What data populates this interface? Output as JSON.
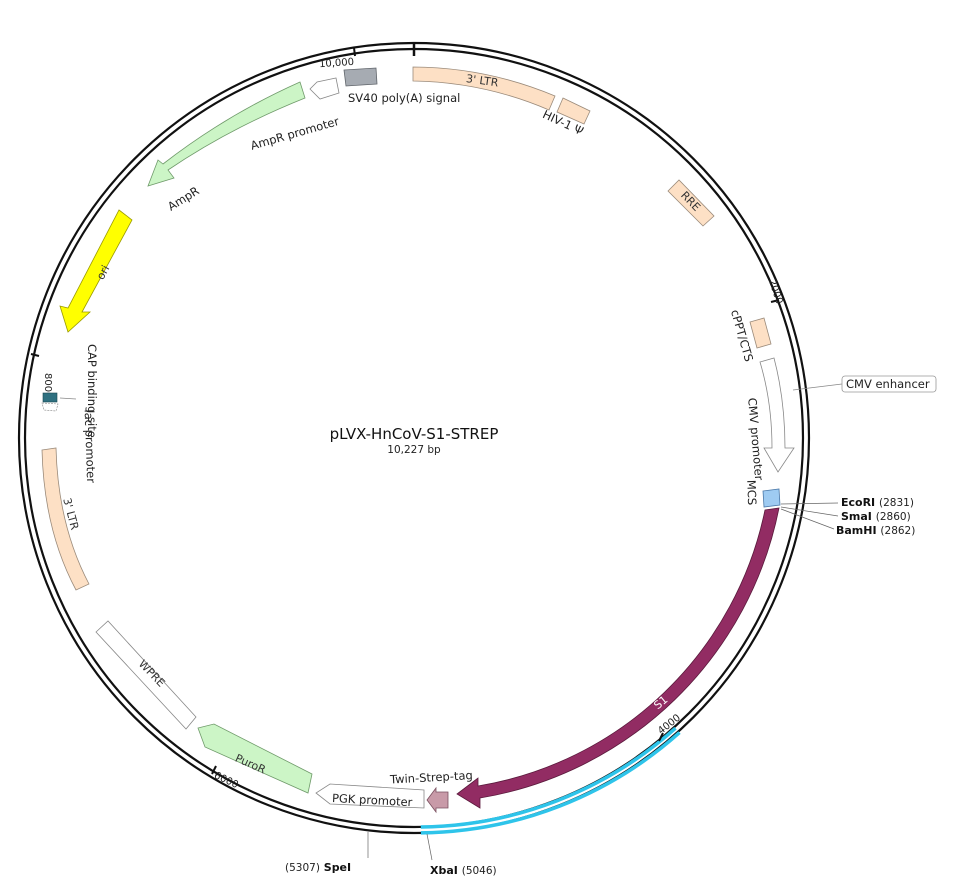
{
  "plasmid": {
    "name": "pLVX-HnCoV-S1-STREP",
    "length_label": "10,227 bp"
  },
  "ticks": [
    "10,000",
    "2000",
    "4000",
    "6000",
    "8000"
  ],
  "features": {
    "ltr_top": "3' LTR",
    "hiv_psi": "HIV-1 Ψ",
    "rre": "RRE",
    "cppt": "cPPT/CTS",
    "cmv_enhancer": "CMV enhancer",
    "cmv_promoter": "CMV promoter",
    "mcs": "MCS",
    "s1": "S1",
    "twin_strep": "Twin-Strep-tag",
    "pgk": "PGK promoter",
    "puror": "PuroR",
    "wpre": "WPRE",
    "ltr_left": "3' LTR",
    "lac_promoter": "lac promoter",
    "cap_site": "CAP binding site",
    "ori": "ori",
    "ampr": "AmpR",
    "ampr_promoter": "AmpR promoter",
    "sv40": "SV40 poly(A) signal"
  },
  "sites": [
    {
      "name": "EcoRI",
      "pos": "(2831)"
    },
    {
      "name": "SmaI",
      "pos": "(2860)"
    },
    {
      "name": "BamHI",
      "pos": "(2862)"
    },
    {
      "name": "SpeI",
      "pos": "(5307)"
    },
    {
      "name": "XbaI",
      "pos": "(5046)"
    }
  ],
  "colors": {
    "backbone": "#111111",
    "ltr": "#fde0c5",
    "promoter": "#ffffff",
    "mcs": "#9ecbf2",
    "s1": "#922c63",
    "cyan_region": "#2ec4ea",
    "twin_strep": "#c89aa8",
    "green": "#ccf5c6",
    "ori": "#ffff00",
    "sv40": "#a6abb2",
    "lac": "#2f7080"
  }
}
